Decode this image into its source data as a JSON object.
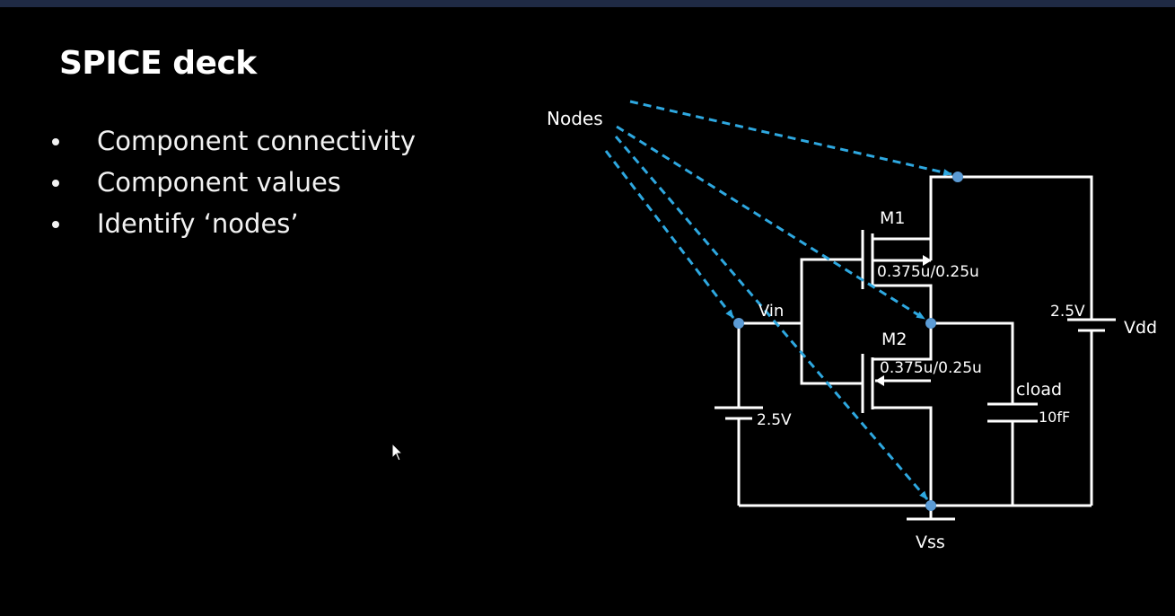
{
  "slide": {
    "title": "SPICE deck",
    "bullets": [
      "Component connectivity",
      "Component values",
      "Identify ‘nodes’"
    ]
  },
  "diagram": {
    "nodes_label": "Nodes",
    "m1_label": "M1",
    "m1_size": "0.375u/0.25u",
    "m2_label": "M2",
    "m2_size": "0.375u/0.25u",
    "vin_label": "Vin",
    "vin_source_value": "2.5V",
    "vdd_source_value": "2.5V",
    "vdd_label": "Vdd",
    "cload_label": "cload",
    "cload_value": "10fF",
    "vss_label": "Vss"
  },
  "colors": {
    "background": "#000000",
    "top_bar": "#1f2a44",
    "wire": "#ffffff",
    "node_marker": "#5b9bd5",
    "node_arrow": "#2ea8e0"
  }
}
